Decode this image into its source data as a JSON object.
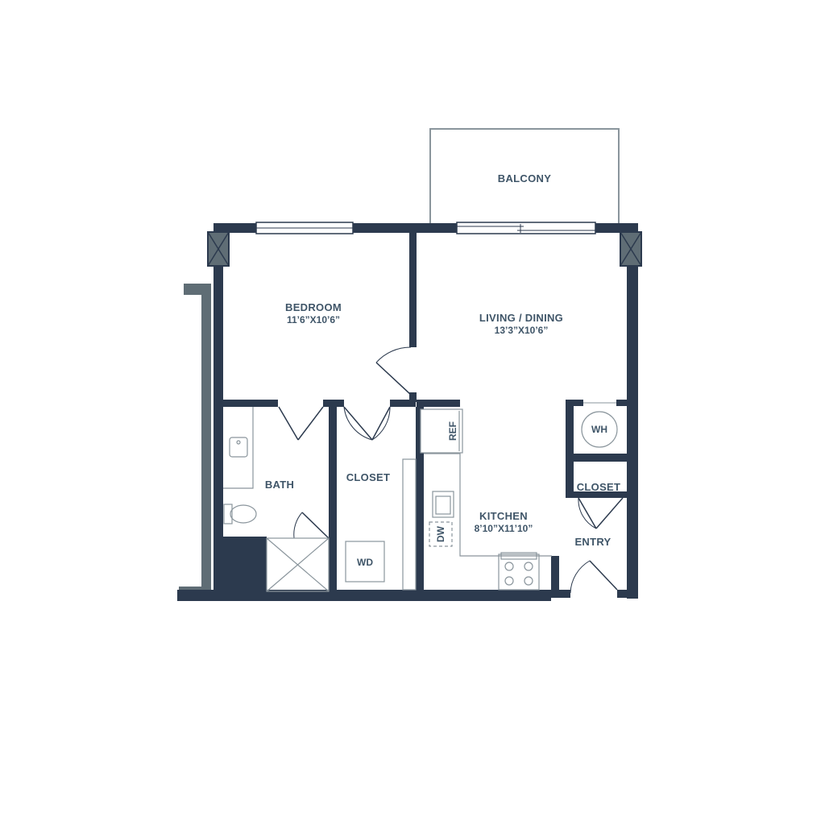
{
  "plan": {
    "colors": {
      "wall": "#2c3a4e",
      "accent": "#5f6d75",
      "line": "#8a959c",
      "text": "#3f5568"
    },
    "rooms": {
      "balcony": {
        "name": "BALCONY"
      },
      "bedroom": {
        "name": "BEDROOM",
        "size": "11’6”X10’6”"
      },
      "living": {
        "name": "LIVING / DINING",
        "size": "13’3”X10’6”"
      },
      "bath": {
        "name": "BATH"
      },
      "closet_main": {
        "name": "CLOSET"
      },
      "kitchen": {
        "name": "KITCHEN",
        "size": "8’10”X11’10”"
      },
      "closet_entry": {
        "name": "CLOSET"
      },
      "entry": {
        "name": "ENTRY"
      }
    },
    "fixtures": {
      "ref": "REF",
      "dw": "DW",
      "wd": "WD",
      "wh": "WH"
    }
  }
}
